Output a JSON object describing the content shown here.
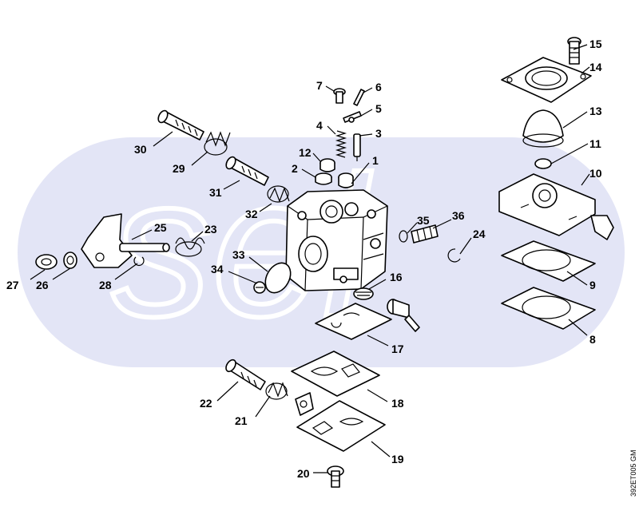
{
  "drawing_code": "392ET005 GM",
  "watermark_text": "sel",
  "colors": {
    "watermark": "#d9dcf2",
    "line": "#000000",
    "background": "#ffffff"
  },
  "callouts": [
    {
      "id": "callout-1",
      "label": "1"
    },
    {
      "id": "callout-2",
      "label": "2"
    },
    {
      "id": "callout-3",
      "label": "3"
    },
    {
      "id": "callout-4",
      "label": "4"
    },
    {
      "id": "callout-5",
      "label": "5"
    },
    {
      "id": "callout-6",
      "label": "6"
    },
    {
      "id": "callout-7",
      "label": "7"
    },
    {
      "id": "callout-8",
      "label": "8"
    },
    {
      "id": "callout-9",
      "label": "9"
    },
    {
      "id": "callout-10",
      "label": "10"
    },
    {
      "id": "callout-11",
      "label": "11"
    },
    {
      "id": "callout-12",
      "label": "12"
    },
    {
      "id": "callout-13",
      "label": "13"
    },
    {
      "id": "callout-14",
      "label": "14"
    },
    {
      "id": "callout-15",
      "label": "15"
    },
    {
      "id": "callout-16",
      "label": "16"
    },
    {
      "id": "callout-17",
      "label": "17"
    },
    {
      "id": "callout-18",
      "label": "18"
    },
    {
      "id": "callout-19",
      "label": "19"
    },
    {
      "id": "callout-20",
      "label": "20"
    },
    {
      "id": "callout-21",
      "label": "21"
    },
    {
      "id": "callout-22",
      "label": "22"
    },
    {
      "id": "callout-23",
      "label": "23"
    },
    {
      "id": "callout-24",
      "label": "24"
    },
    {
      "id": "callout-25",
      "label": "25"
    },
    {
      "id": "callout-26",
      "label": "26"
    },
    {
      "id": "callout-27",
      "label": "27"
    },
    {
      "id": "callout-28",
      "label": "28"
    },
    {
      "id": "callout-29",
      "label": "29"
    },
    {
      "id": "callout-30",
      "label": "30"
    },
    {
      "id": "callout-31",
      "label": "31"
    },
    {
      "id": "callout-32",
      "label": "32"
    },
    {
      "id": "callout-33",
      "label": "33"
    },
    {
      "id": "callout-34",
      "label": "34"
    },
    {
      "id": "callout-35",
      "label": "35"
    },
    {
      "id": "callout-36",
      "label": "36"
    }
  ]
}
